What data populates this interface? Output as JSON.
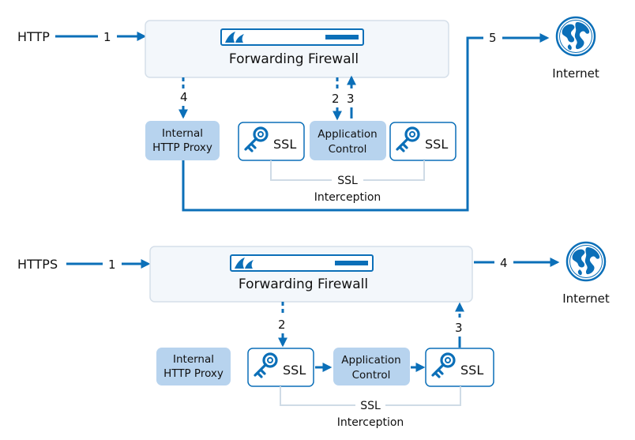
{
  "top": {
    "protocol_label": "HTTP",
    "firewall_label": "Forwarding Firewall",
    "proxy_label_line1": "Internal",
    "proxy_label_line2": "HTTP Proxy",
    "ssl_left_label": "SSL",
    "ssl_right_label": "SSL",
    "app_control_line1": "Application",
    "app_control_line2": "Control",
    "interception_line1": "SSL",
    "interception_line2": "Interception",
    "internet_label": "Internet",
    "step_1": "1",
    "step_2": "2",
    "step_3": "3",
    "step_4": "4",
    "step_5": "5"
  },
  "bottom": {
    "protocol_label": "HTTPS",
    "firewall_label": "Forwarding Firewall",
    "proxy_label_line1": "Internal",
    "proxy_label_line2": "HTTP Proxy",
    "ssl_left_label": "SSL",
    "ssl_right_label": "SSL",
    "app_control_line1": "Application",
    "app_control_line2": "Control",
    "interception_line1": "SSL",
    "interception_line2": "Interception",
    "internet_label": "Internet",
    "step_1": "1",
    "step_2": "2",
    "step_3": "3",
    "step_4": "4"
  },
  "colors": {
    "accent_blue": "#0b6fb8",
    "firewall_fill": "#f3f7fb",
    "firewall_border": "#d5dfe9",
    "box_fill": "#b7d3ee",
    "ssl_fill": "#ffffff",
    "interception_line": "#cfdbe6"
  }
}
